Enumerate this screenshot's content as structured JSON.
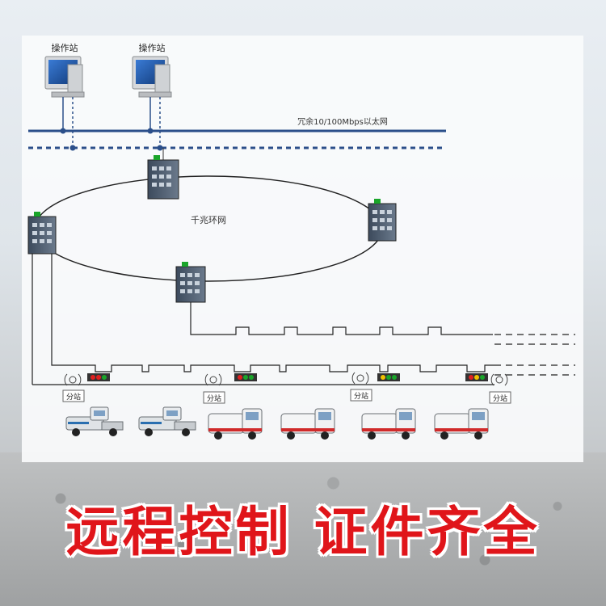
{
  "workstations": [
    {
      "label": "操作站"
    },
    {
      "label": "操作站"
    }
  ],
  "network": {
    "ethernet_label": "冗余10/100Mbps以太网",
    "ring_label": "千兆环网"
  },
  "substations": [
    {
      "label": "分站"
    },
    {
      "label": "分站"
    },
    {
      "label": "分站"
    },
    {
      "label": "分站"
    }
  ],
  "banner": {
    "text": "远程控制  证件齐全"
  },
  "colors": {
    "bus_blue": "#2b4f8a",
    "banner_red": "#e0151a",
    "light_red": "#e02020",
    "light_yellow": "#f2c200",
    "light_green": "#1aa52a"
  }
}
